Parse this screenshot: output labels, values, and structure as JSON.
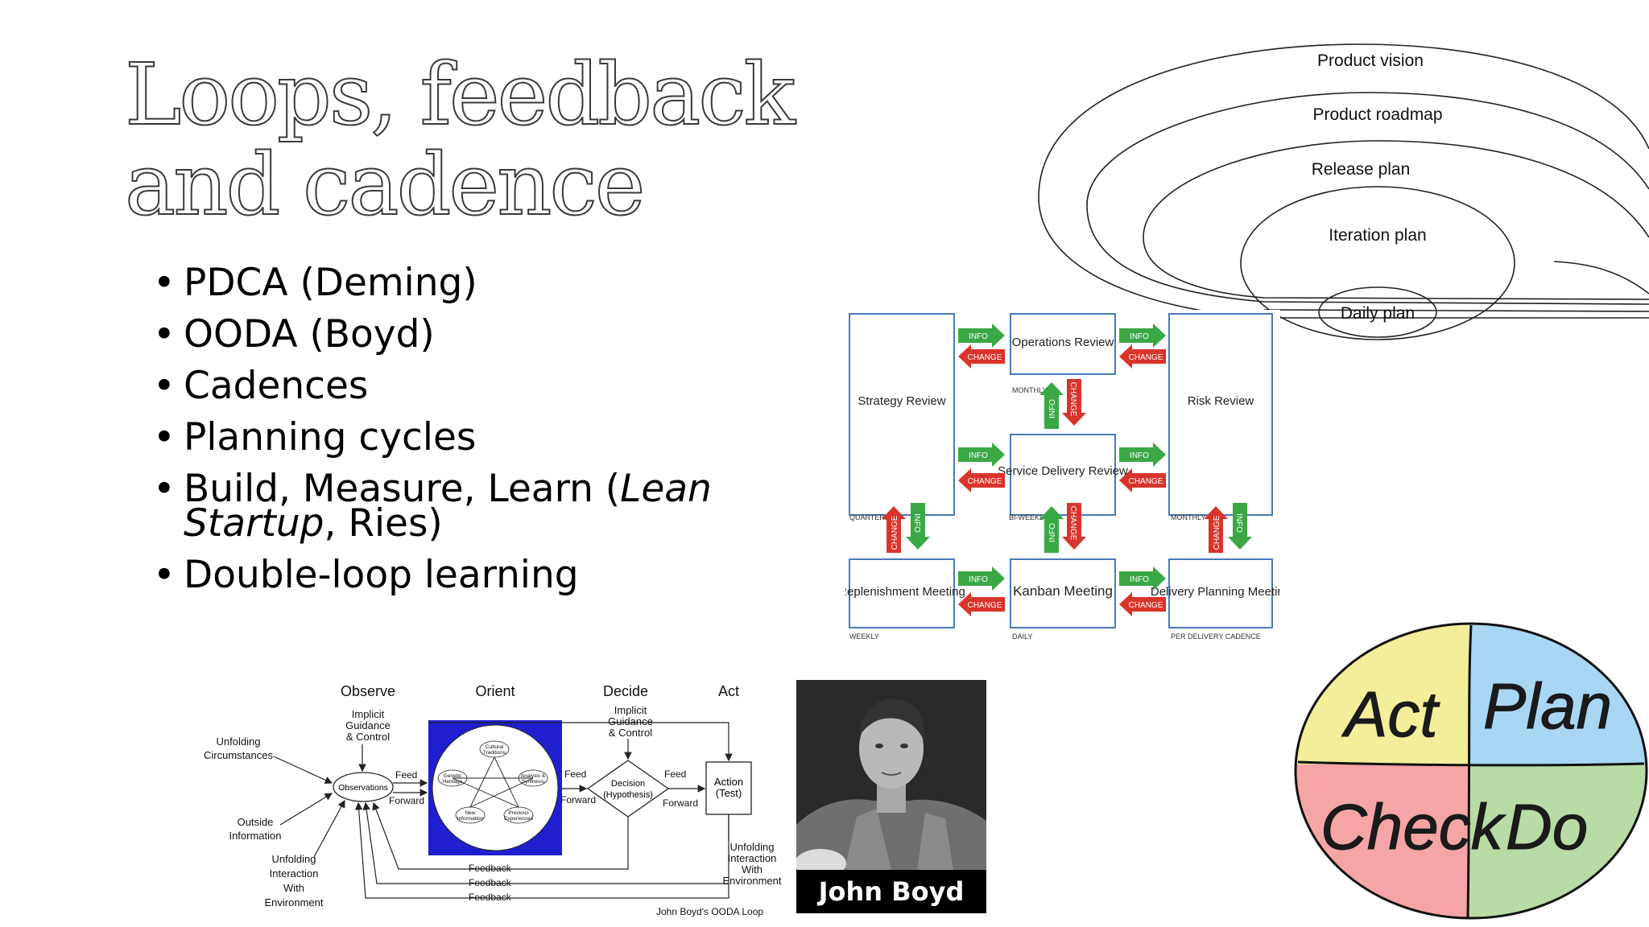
{
  "slide": {
    "title_line1": "Loops, feedback",
    "title_line2": "and cadence"
  },
  "bullets": {
    "b1": "PDCA (Deming)",
    "b2": "OODA (Boyd)",
    "b3": "Cadences",
    "b4": "Planning cycles",
    "b5_pre": "Build, Measure, Learn (",
    "b5_italic1": "Lean",
    "b5_italic2": "Startup",
    "b5_post": ", Ries)",
    "b6": "Double-loop learning"
  },
  "planning_onion": {
    "rings": [
      "Product vision",
      "Product roadmap",
      "Release plan",
      "Iteration plan",
      "Daily plan"
    ]
  },
  "kanban_cadences": {
    "boxes": {
      "strategy": "Strategy Review",
      "operations": "Operations Review",
      "risk": "Risk Review",
      "service_delivery": "Service Delivery Review",
      "replenishment": "Replenishment Meeting",
      "kanban": "Kanban Meeting",
      "delivery_planning": "Delivery Planning Meeting"
    },
    "frequencies": {
      "quarterly": "QUARTERLY",
      "monthly_ops": "MONTHLY",
      "biweekly": "BI-WEEKLY",
      "monthly_risk": "MONTHLY",
      "weekly": "WEEKLY",
      "daily": "DAILY",
      "per_delivery": "PER DELIVERY CADENCE"
    },
    "arrow_info": "INFO",
    "arrow_change": "CHANGE",
    "colors": {
      "info": "#3aa845",
      "change": "#d9342b",
      "box_border": "#4a7ab8"
    }
  },
  "ooda": {
    "phases": {
      "observe": "Observe",
      "orient": "Orient",
      "decide": "Decide",
      "act": "Act"
    },
    "igc_observe": [
      "Implicit",
      "Guidance",
      "& Control"
    ],
    "igc_decide": [
      "Implicit",
      "Guidance",
      "& Control"
    ],
    "unfolding_circumstances": [
      "Unfolding",
      "Circumstances"
    ],
    "outside_information": [
      "Outside",
      "Information"
    ],
    "unfolding_interaction_left": [
      "Unfolding",
      "Interaction",
      "With",
      "Environment"
    ],
    "unfolding_interaction_right": [
      "Unfolding",
      "Interaction",
      "With",
      "Environment"
    ],
    "observations": "Observations",
    "feed": "Feed",
    "forward": "Forward",
    "decision": [
      "Decision",
      "(Hypothesis)"
    ],
    "action": [
      "Action",
      "(Test)"
    ],
    "feedback": "Feedback",
    "orient_nodes": {
      "cultural": [
        "Cultural",
        "Traditions"
      ],
      "genetic": [
        "Genetic",
        "Heritage"
      ],
      "analysis": [
        "Analysis &",
        "Synthesis"
      ],
      "new_info": [
        "New",
        "Information"
      ],
      "previous": [
        "Previous",
        "Experiences"
      ]
    },
    "caption": "John Boyd's OODA Loop",
    "orient_bg": "#1f1fcf"
  },
  "boyd_photo": {
    "caption": "John Boyd"
  },
  "pdca": {
    "act": "Act",
    "plan": "Plan",
    "check": "Check",
    "do": "Do",
    "colors": {
      "act": "#f3ee9a",
      "plan": "#a9d6f2",
      "check": "#f5a5a5",
      "do": "#b9dba6"
    }
  }
}
